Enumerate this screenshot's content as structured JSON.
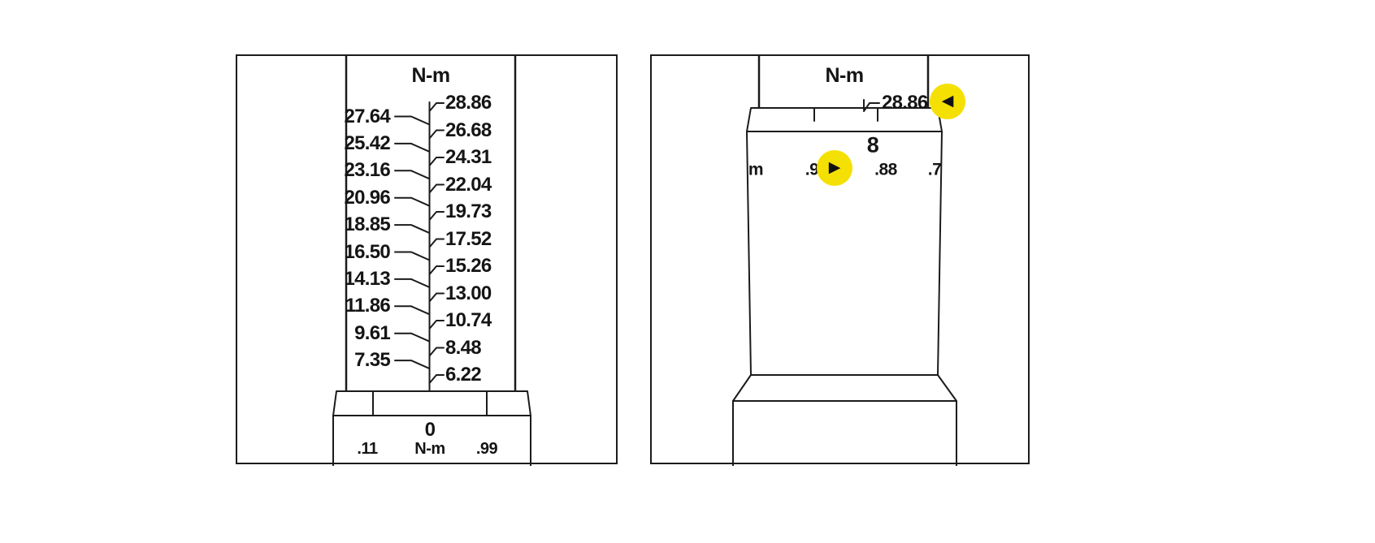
{
  "page": {
    "background": "#ffffff",
    "line_color": "#1b1b1b",
    "marker_color": "#F5E003"
  },
  "left_panel": {
    "title": "N-m",
    "scale_left": [
      "27.64",
      "25.42",
      "23.16",
      "20.96",
      "18.85",
      "16.50",
      "14.13",
      "11.86",
      "9.61",
      "7.35"
    ],
    "scale_right": [
      "28.86",
      "26.68",
      "24.31",
      "22.04",
      "19.73",
      "17.52",
      "15.26",
      "13.00",
      "10.74",
      "8.48",
      "6.22"
    ],
    "handle": {
      "value": "0",
      "left": ".11",
      "unit": "N-m",
      "right": ".99"
    }
  },
  "right_panel": {
    "title": "N-m",
    "pointed_value": "28.86",
    "thimble_value": "8",
    "vernier": {
      "left_partial": "m",
      "v1": ".9",
      "v2": ".88",
      "v3": ".7"
    },
    "markers": {
      "scale_pointer": "◀",
      "vernier_pointer": "▶"
    }
  }
}
